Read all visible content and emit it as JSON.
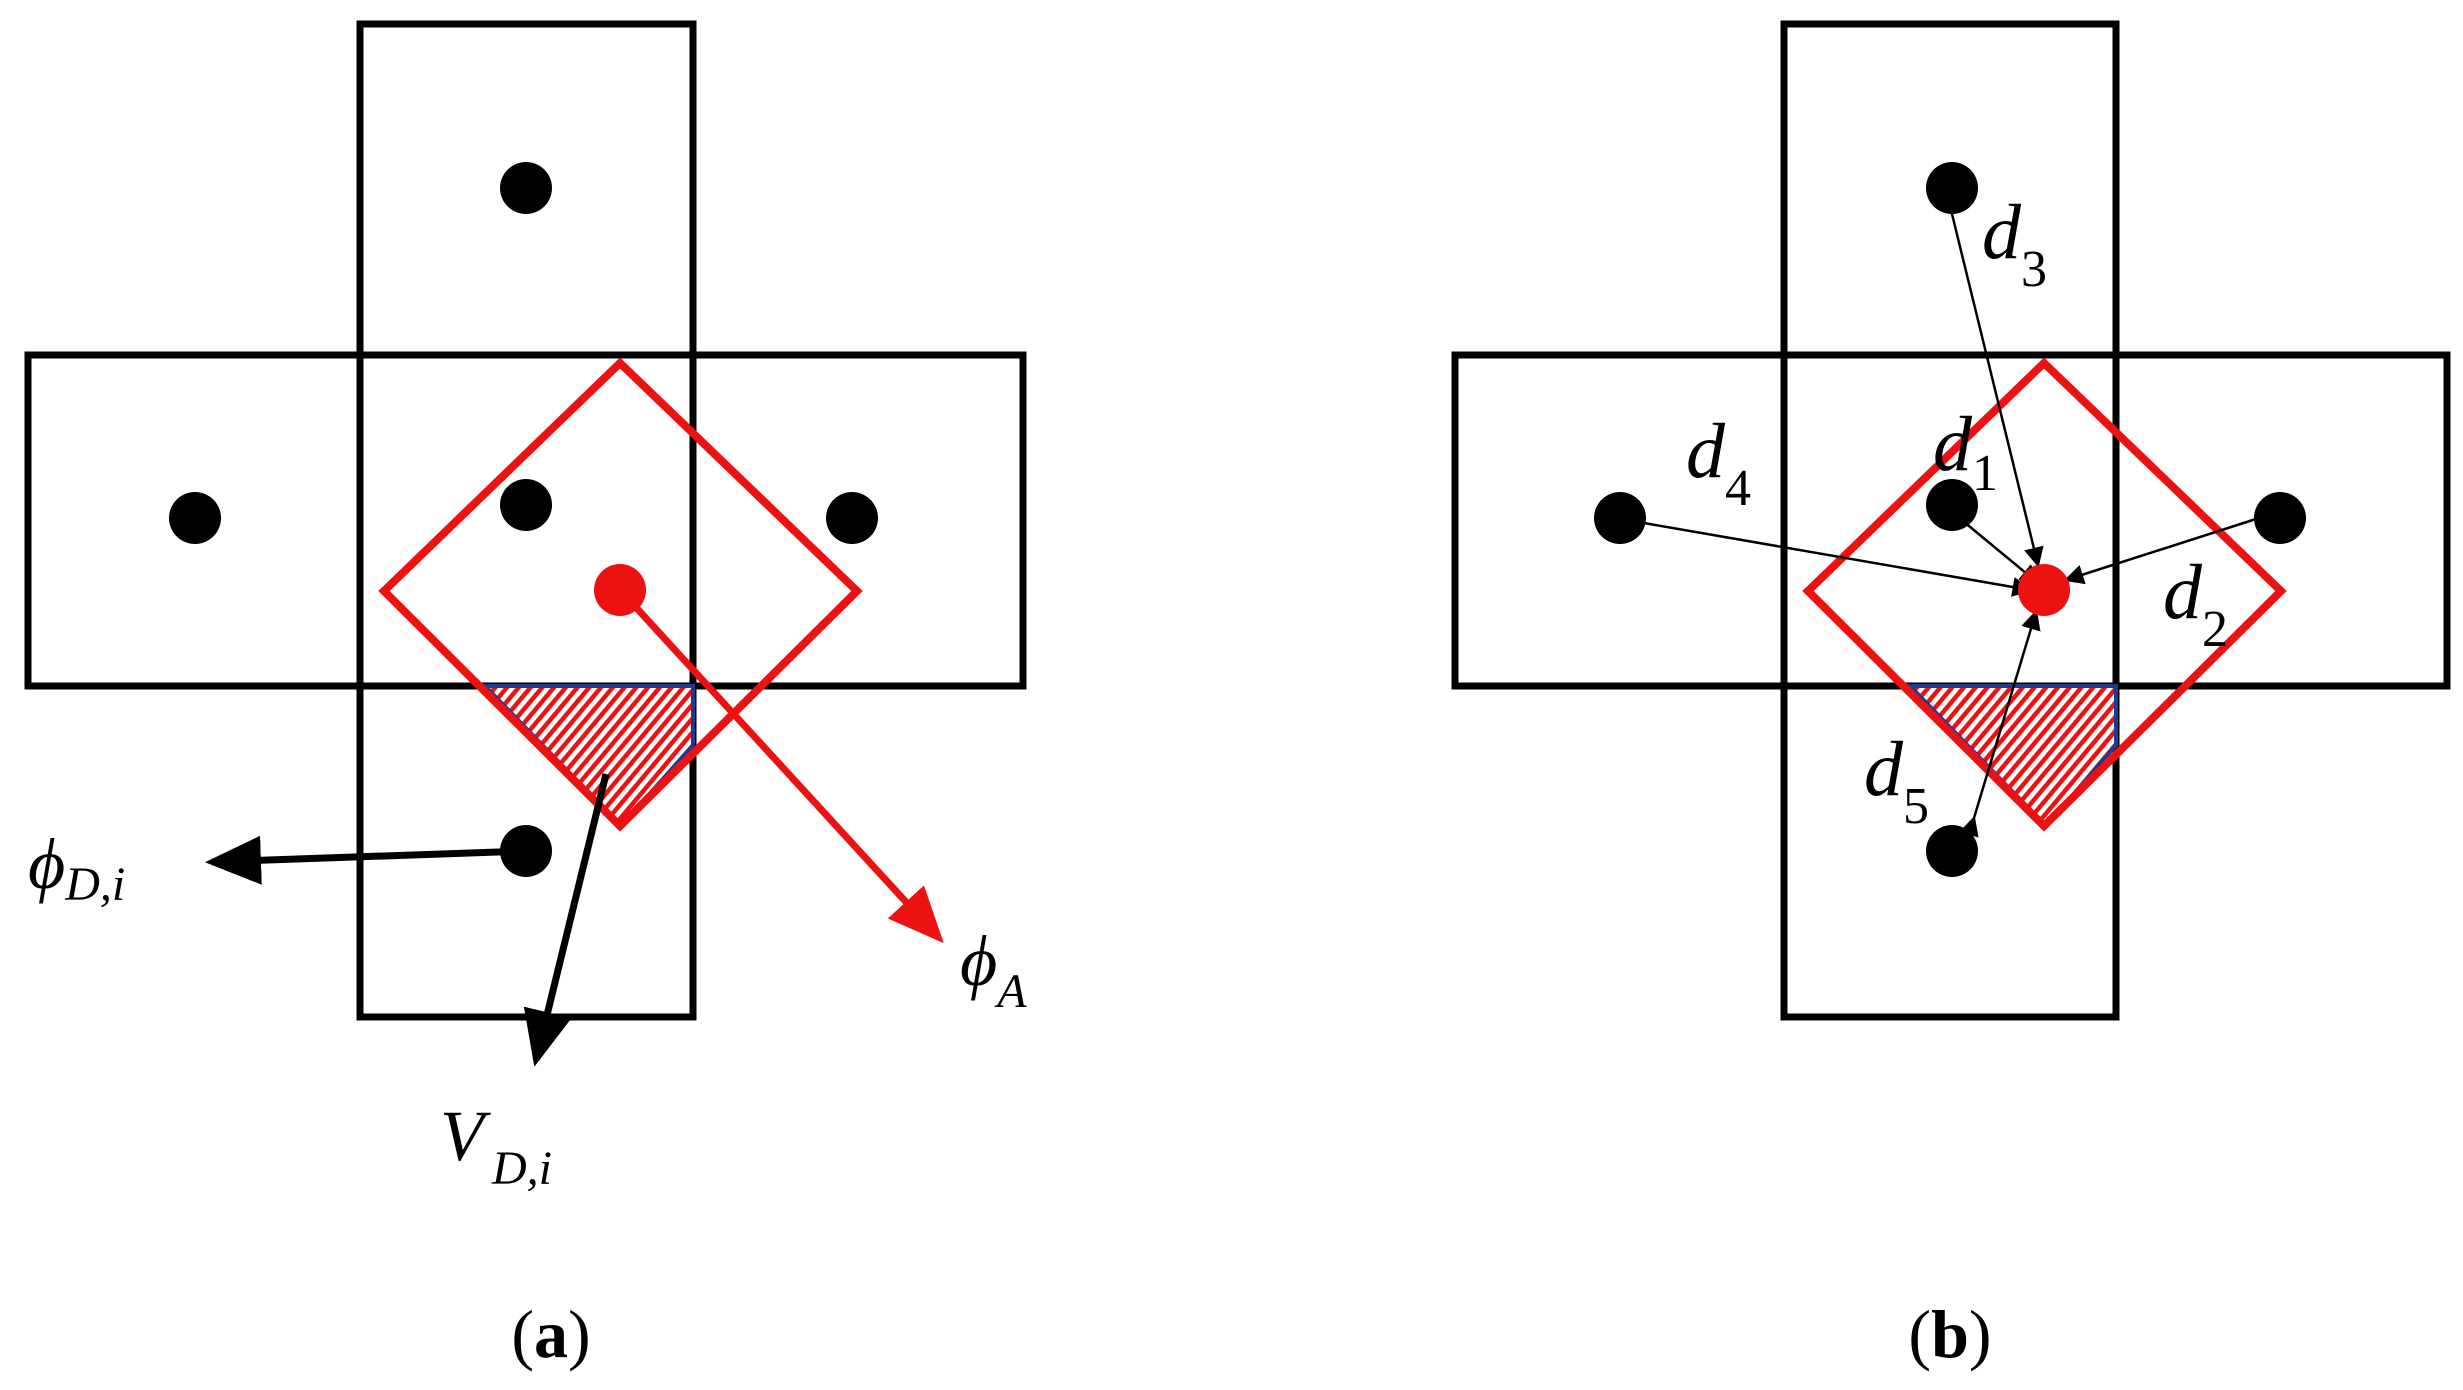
{
  "colors": {
    "black": "#000000",
    "red": "#ee1111",
    "blue": "#1f3a93"
  },
  "panel_a": {
    "label_open": "(",
    "label_letter": "a",
    "label_close": ")",
    "phi_D": {
      "symbol": "ϕ",
      "sub": "D,i"
    },
    "V_D": {
      "symbol": "V",
      "sub": "D,i"
    },
    "phi_A": {
      "symbol": "ϕ",
      "sub": "A"
    }
  },
  "panel_b": {
    "label_open": "(",
    "label_letter": "b",
    "label_close": ")",
    "d1": {
      "symbol": "d",
      "sub": "1"
    },
    "d2": {
      "symbol": "d",
      "sub": "2"
    },
    "d3": {
      "symbol": "d",
      "sub": "3"
    },
    "d4": {
      "symbol": "d",
      "sub": "4"
    },
    "d5": {
      "symbol": "d",
      "sub": "5"
    }
  }
}
